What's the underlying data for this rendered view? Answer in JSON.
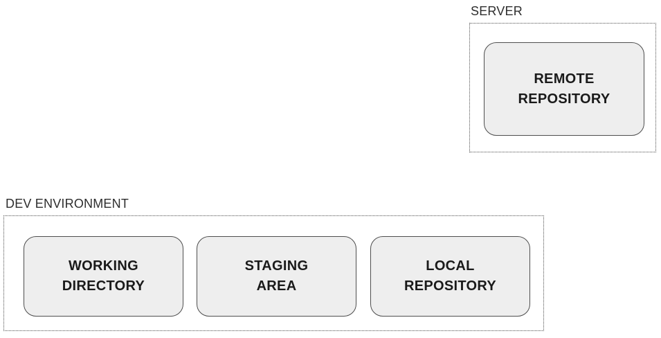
{
  "canvas": {
    "background": "#ffffff"
  },
  "colors": {
    "canvas_bg": "#ffffff",
    "box_fill": "#eeeeee",
    "box_border": "#4d4d4d",
    "container_border": "#4d4d4d",
    "group_label_text": "#2d2d2d",
    "box_label_text": "#1a1a1a"
  },
  "server_group": {
    "label": "SERVER",
    "box": {
      "line1": "REMOTE",
      "line2": "REPOSITORY"
    }
  },
  "dev_group": {
    "label": "DEV ENVIRONMENT",
    "boxes": [
      {
        "line1": "WORKING",
        "line2": "DIRECTORY"
      },
      {
        "line1": "STAGING",
        "line2": "AREA"
      },
      {
        "line1": "LOCAL",
        "line2": "REPOSITORY"
      }
    ]
  }
}
